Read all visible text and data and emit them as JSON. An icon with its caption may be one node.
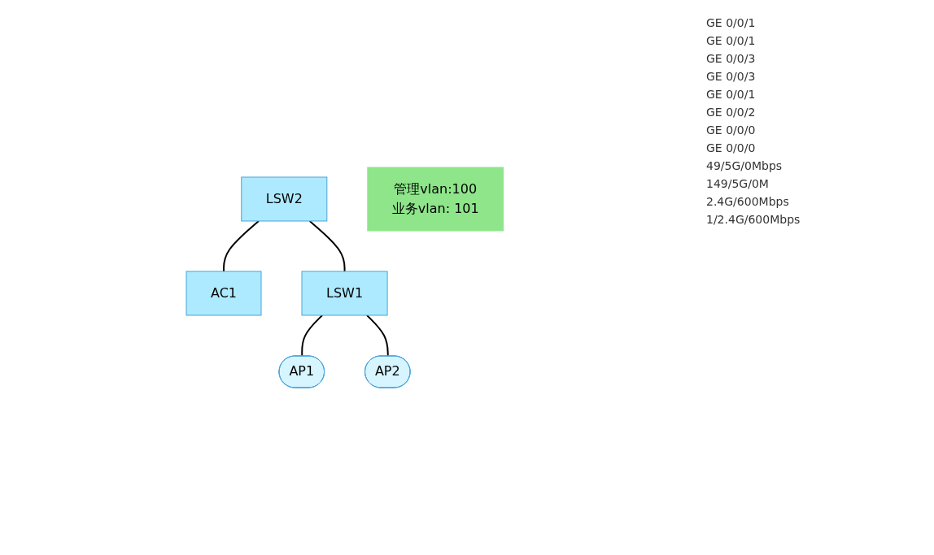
{
  "diagram": {
    "nodes": [
      {
        "text": [
          "LSW2"
        ]
      },
      {
        "text": [
          "AC1"
        ]
      },
      {
        "text": [
          "管理vlan:100",
          "业务vlan: 101"
        ]
      },
      {
        "text": [
          "LSW1"
        ]
      },
      {
        "text": [
          "AP1"
        ]
      },
      {
        "text": [
          "AP2"
        ]
      }
    ],
    "edges": [
      {
        "from": 0,
        "to": 1,
        "arrow": "none"
      },
      {
        "from": 0,
        "to": 3,
        "arrow": "none"
      },
      {
        "from": 3,
        "to": 4,
        "arrow": "none"
      },
      {
        "from": 3,
        "to": 5,
        "arrow": "none"
      }
    ],
    "labels": [
      "GE 0/0/1",
      "GE 0/0/1",
      "GE 0/0/3",
      "GE 0/0/3",
      "GE 0/0/1",
      "GE 0/0/2",
      "GE 0/0/0",
      "GE 0/0/0",
      "49/5G/0Mbps",
      "149/5G/0M",
      "2.4G/600Mbps",
      "1/2.4G/600Mbps"
    ]
  }
}
